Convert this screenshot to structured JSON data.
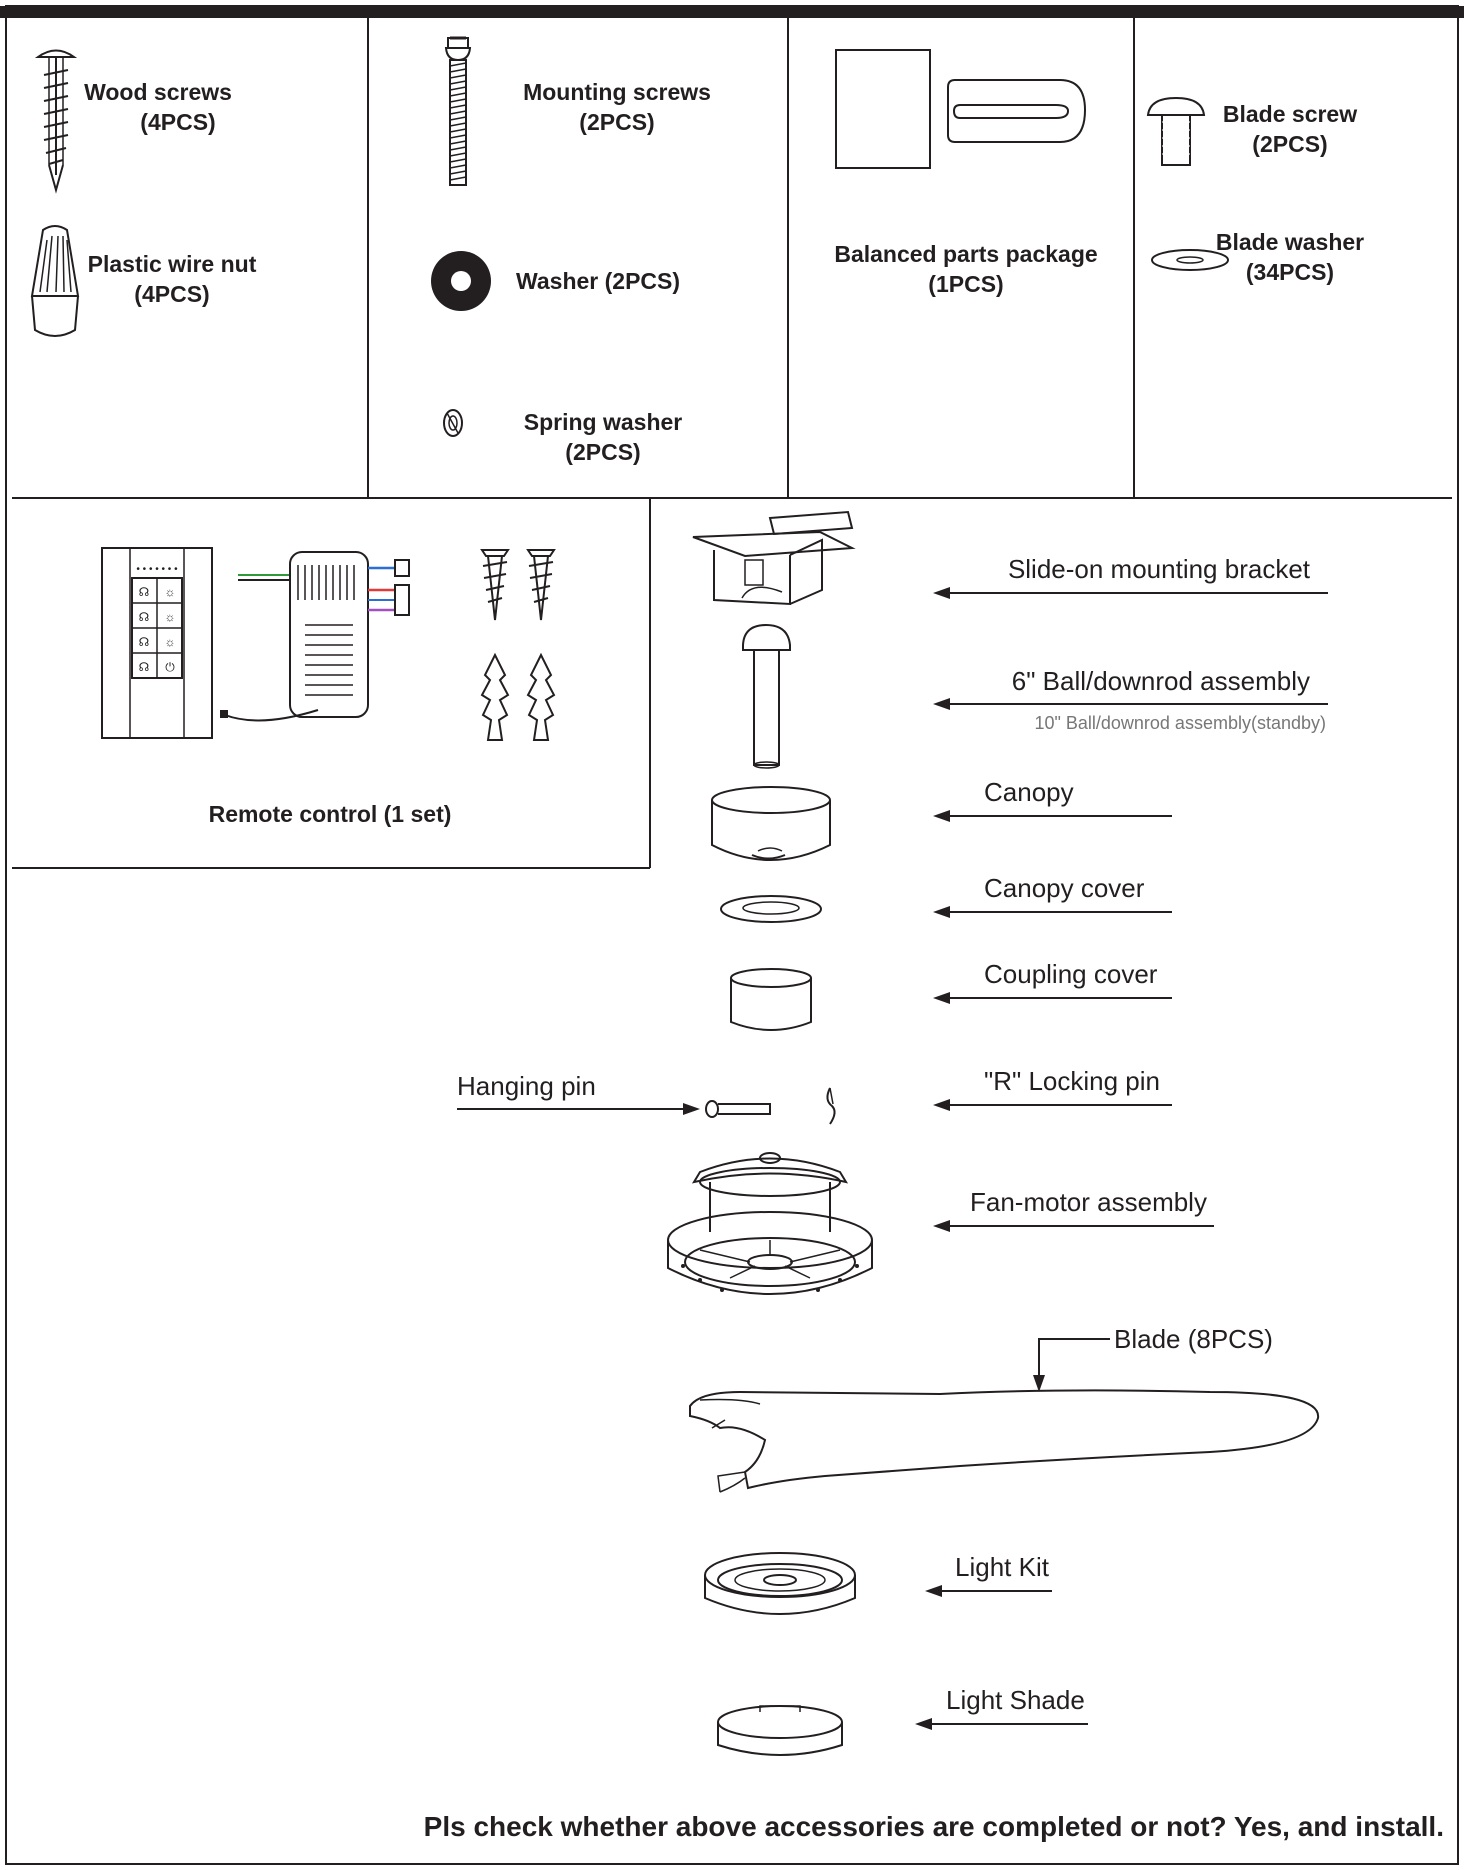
{
  "accessories": {
    "wood_screws": "Wood screws",
    "wood_screws_qty": "(4PCS)",
    "wire_nut": "Plastic wire nut",
    "wire_nut_qty": "(4PCS)",
    "mounting_screws": "Mounting screws",
    "mounting_screws_qty": "(2PCS)",
    "washer": "Washer (2PCS)",
    "spring_washer": "Spring washer",
    "spring_washer_qty": "(2PCS)",
    "balanced_parts": "Balanced parts package",
    "balanced_parts_qty": "(1PCS)",
    "blade_screw": "Blade screw",
    "blade_screw_qty": "(2PCS)",
    "blade_washer": "Blade washer",
    "blade_washer_qty": "(34PCS)",
    "remote_control": "Remote control (1 set)"
  },
  "parts": {
    "bracket": "Slide-on mounting bracket",
    "downrod": "6\" Ball/downrod assembly",
    "downrod_standby": "10\" Ball/downrod assembly(standby)",
    "canopy": "Canopy",
    "canopy_cover": "Canopy cover",
    "coupling_cover": "Coupling cover",
    "hanging_pin": "Hanging pin",
    "locking_pin": "\"R\" Locking pin",
    "motor": "Fan-motor assembly",
    "blade": "Blade (8PCS)",
    "light_kit": "Light Kit",
    "light_shade": "Light Shade"
  },
  "footer": "Pls check whether above accessories are completed or not? Yes, and install.",
  "colors": {
    "line": "#231f20",
    "wire_blue": "#2b6fd6",
    "wire_red": "#e03a3a",
    "wire_green": "#2e9a3a",
    "wire_purple": "#a24fbf"
  }
}
